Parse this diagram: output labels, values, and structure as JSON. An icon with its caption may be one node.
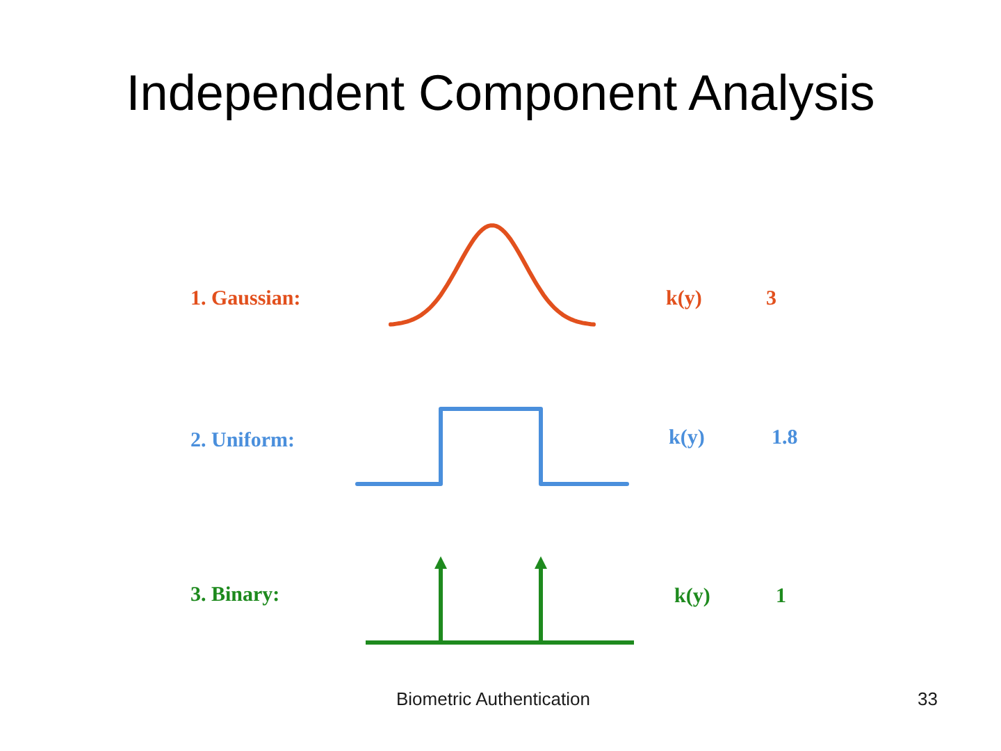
{
  "diagram": {
    "title": "Independent Component Analysis",
    "labels": [
      "1. Gaussian:",
      "k(y)",
      "3",
      "2. Uniform:",
      "k(y)",
      "1.8",
      "3. Binary:",
      "k(y)",
      "1",
      "Biometric Authentication",
      "33"
    ]
  }
}
